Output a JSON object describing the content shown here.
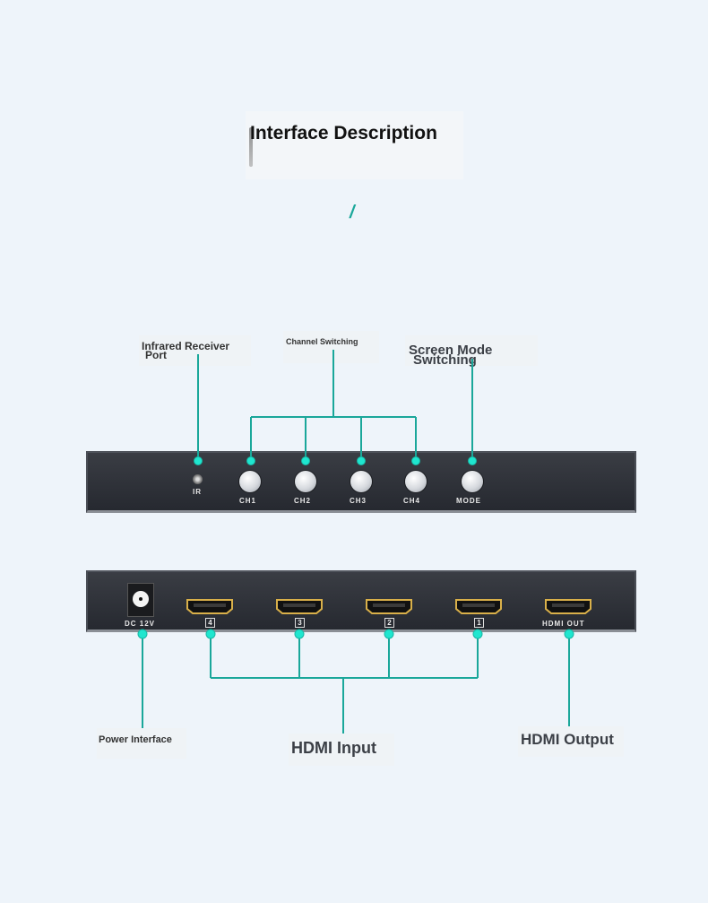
{
  "title": "Interface Description",
  "divider_glyph": "/",
  "colors": {
    "accent": "#1aa79a",
    "dot": "#1fe6cf",
    "panel": "#2e3138"
  },
  "front_labels": {
    "ir_line1": "Infrared Receiver",
    "ir_line2": "Port",
    "channel": "Channel Switching",
    "mode_line1": "Screen Mode",
    "mode_line2": "Switching"
  },
  "front_panel": {
    "ir": "IR",
    "buttons": [
      "CH1",
      "CH2",
      "CH3",
      "CH4",
      "MODE"
    ]
  },
  "back_panel": {
    "dc": "DC 12V",
    "inputs": [
      "4",
      "3",
      "2",
      "1"
    ],
    "output": "HDMI OUT"
  },
  "back_labels": {
    "power": "Power Interface",
    "input": "HDMI Input",
    "output": "HDMI Output"
  }
}
